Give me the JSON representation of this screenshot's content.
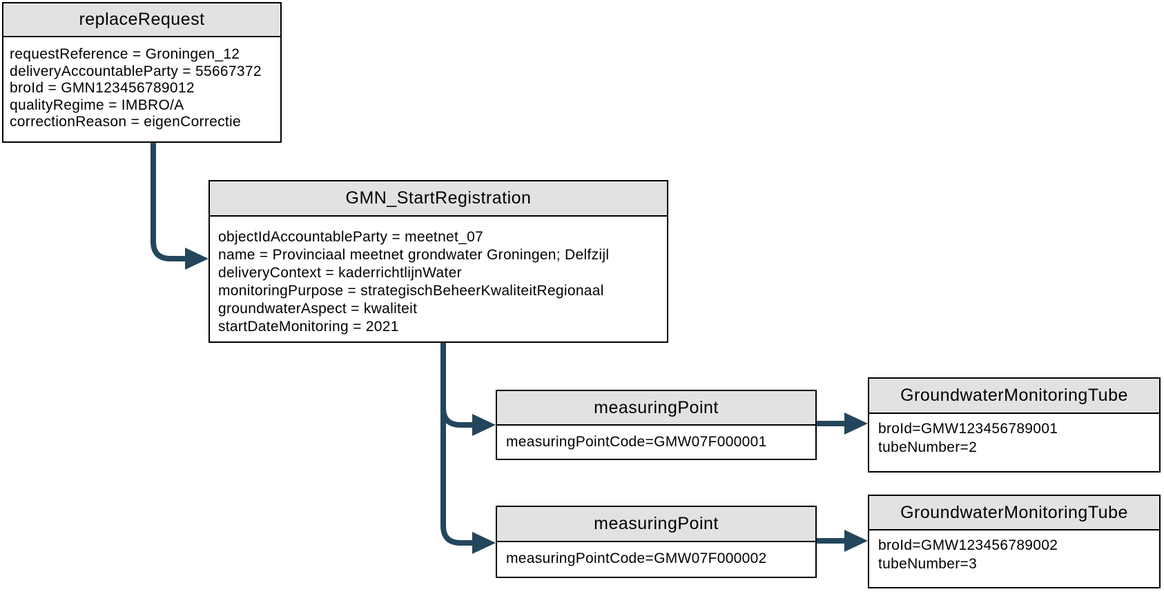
{
  "colors": {
    "arrow": "#23465c",
    "header_fill": "#e2e2e2",
    "border": "#000000",
    "background": "#ffffff",
    "text": "#000000"
  },
  "nodes": {
    "replace_request": {
      "title": "replaceRequest",
      "lines": [
        "requestReference = Groningen_12",
        "deliveryAccountableParty = 55667372",
        "broId = GMN123456789012",
        "qualityRegime = IMBRO/A",
        "correctionReason = eigenCorrectie"
      ]
    },
    "gmn_start_registration": {
      "title": "GMN_StartRegistration",
      "lines": [
        "objectIdAccountableParty = meetnet_07",
        "name = Provinciaal meetnet grondwater Groningen; Delfzijl",
        "deliveryContext = kaderrichtlijnWater",
        "monitoringPurpose = strategischBeheerKwaliteitRegionaal",
        "groundwaterAspect = kwaliteit",
        "startDateMonitoring = 2021"
      ]
    },
    "measuring_point_1": {
      "title": "measuringPoint",
      "lines": [
        "measuringPointCode=GMW07F000001"
      ]
    },
    "measuring_point_2": {
      "title": "measuringPoint",
      "lines": [
        "measuringPointCode=GMW07F000002"
      ]
    },
    "tube_1": {
      "title": "GroundwaterMonitoringTube",
      "lines": [
        "broId=GMW123456789001",
        "tubeNumber=2"
      ]
    },
    "tube_2": {
      "title": "GroundwaterMonitoringTube",
      "lines": [
        "broId=GMW123456789002",
        "tubeNumber=3"
      ]
    }
  },
  "connections": [
    {
      "from": "replaceRequest",
      "to": "GMN_StartRegistration"
    },
    {
      "from": "GMN_StartRegistration",
      "to": "measuringPoint (GMW07F000001)"
    },
    {
      "from": "GMN_StartRegistration",
      "to": "measuringPoint (GMW07F000002)"
    },
    {
      "from": "measuringPoint (GMW07F000001)",
      "to": "GroundwaterMonitoringTube (GMW123456789001)"
    },
    {
      "from": "measuringPoint (GMW07F000002)",
      "to": "GroundwaterMonitoringTube (GMW123456789002)"
    }
  ]
}
